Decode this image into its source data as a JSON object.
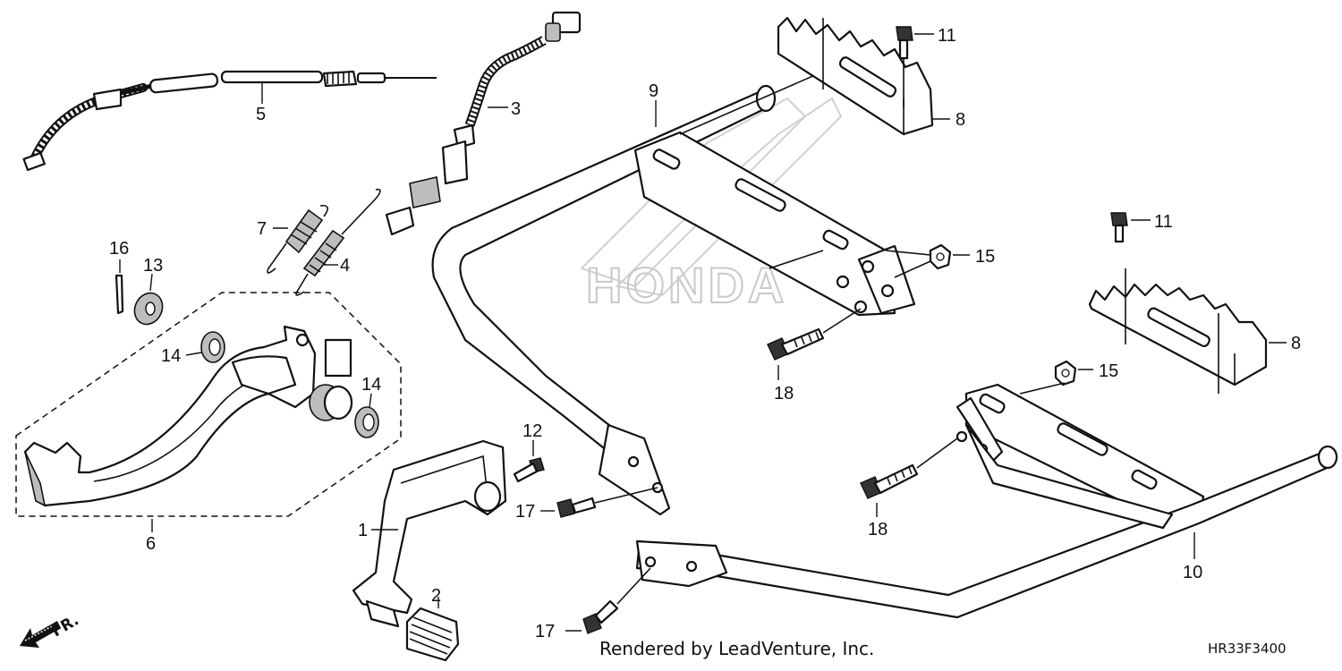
{
  "callouts": {
    "n1": "1",
    "n3": "3",
    "n4": "4",
    "n5": "5",
    "n6": "6",
    "n7": "7",
    "n8a": "8",
    "n8b": "8",
    "n9": "9",
    "n10": "10",
    "n11a": "11",
    "n11b": "11",
    "n12": "12",
    "n13": "13",
    "n14a": "14",
    "n14b": "14",
    "n15a": "15",
    "n15b": "15",
    "n16": "16",
    "n17a": "17",
    "n17b": "17",
    "n18a": "18",
    "n18b": "18",
    "n2": "2"
  },
  "watermark": "HONDA",
  "direction_label": "FR.",
  "footer": "Rendered by LeadVenture, Inc.",
  "diagram_code": "HR33F3400"
}
